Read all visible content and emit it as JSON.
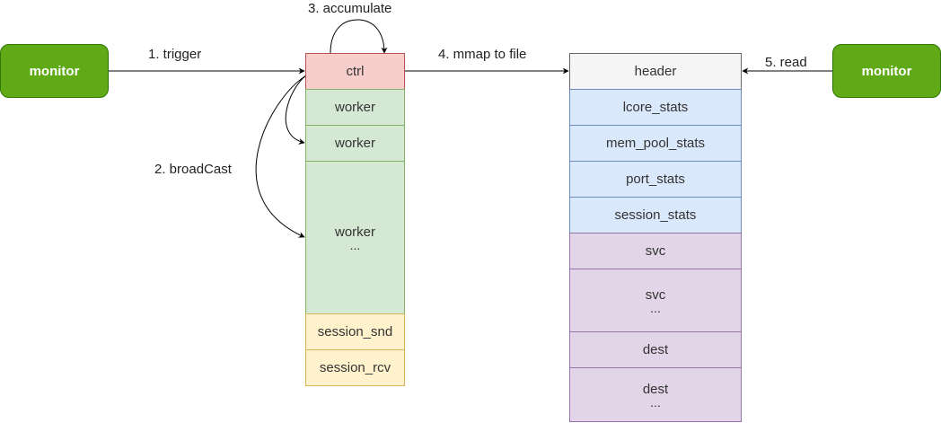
{
  "colors": {
    "monitor_fill": "#60a917",
    "monitor_stroke": "#2d7600",
    "ctrl_fill": "#f8cecc",
    "ctrl_stroke": "#b85450",
    "worker_fill": "#d5e8d4",
    "worker_stroke": "#82b366",
    "session_fill": "#fff2cc",
    "session_stroke": "#d6b656",
    "header_fill": "#f5f5f5",
    "header_stroke": "#666666",
    "stats_fill": "#dae8fc",
    "stats_stroke": "#6c8ebf",
    "svc_fill": "#e1d5e7",
    "svc_stroke": "#9673a6",
    "edge": "#000000"
  },
  "left_monitor": {
    "label": "monitor"
  },
  "right_monitor": {
    "label": "monitor"
  },
  "process_stack": [
    {
      "id": "ctrl",
      "label": "ctrl",
      "ellipsis": "",
      "role": "ctrl"
    },
    {
      "id": "worker1",
      "label": "worker",
      "ellipsis": "",
      "role": "worker"
    },
    {
      "id": "worker2",
      "label": "worker",
      "ellipsis": "",
      "role": "worker"
    },
    {
      "id": "worker3",
      "label": "worker",
      "ellipsis": "...",
      "role": "worker"
    },
    {
      "id": "session_snd",
      "label": "session_snd",
      "ellipsis": "",
      "role": "session"
    },
    {
      "id": "session_rcv",
      "label": "session_rcv",
      "ellipsis": "",
      "role": "session"
    }
  ],
  "file_stack": [
    {
      "id": "header",
      "label": "header",
      "ellipsis": "",
      "role": "header"
    },
    {
      "id": "lcore_stats",
      "label": "lcore_stats",
      "ellipsis": "",
      "role": "stats"
    },
    {
      "id": "mem_pool_stats",
      "label": "mem_pool_stats",
      "ellipsis": "",
      "role": "stats"
    },
    {
      "id": "port_stats",
      "label": "port_stats",
      "ellipsis": "",
      "role": "stats"
    },
    {
      "id": "session_stats",
      "label": "session_stats",
      "ellipsis": "",
      "role": "stats"
    },
    {
      "id": "svc1",
      "label": "svc",
      "ellipsis": "",
      "role": "svc"
    },
    {
      "id": "svc2",
      "label": "svc",
      "ellipsis": "...",
      "role": "svc"
    },
    {
      "id": "dest1",
      "label": "dest",
      "ellipsis": "",
      "role": "svc"
    },
    {
      "id": "dest2",
      "label": "dest",
      "ellipsis": "...",
      "role": "svc"
    }
  ],
  "edge_labels": {
    "trigger": "1. trigger",
    "broadcast": "2. broadCast",
    "accumulate": "3. accumulate",
    "mmap": "4. mmap to file",
    "read": "5. read"
  }
}
